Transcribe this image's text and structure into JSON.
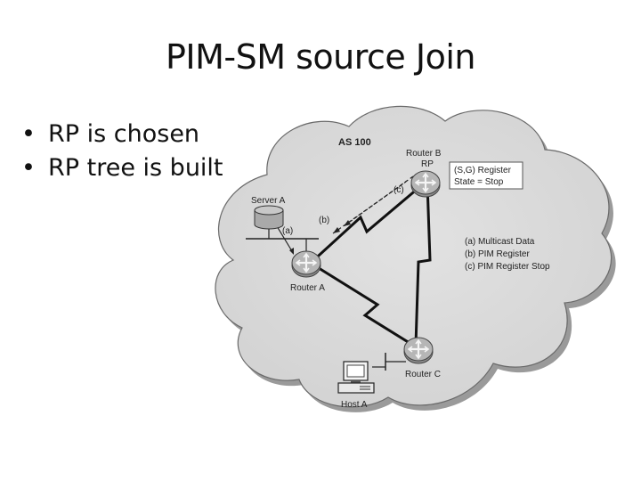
{
  "title": "PIM-SM source Join",
  "bullets": [
    "RP is chosen",
    "RP tree is built"
  ],
  "diagram": {
    "domain_label": "AS 100",
    "router_b_label": "Router B",
    "rp_label": "RP",
    "state_box": [
      "(S,G) Register",
      "State = Stop"
    ],
    "server_label": "Server A",
    "router_a_label": "Router A",
    "router_c_label": "Router C",
    "host_label": "Host A",
    "arrow_a": "(a)",
    "arrow_b": "(b)",
    "arrow_c": "(c)",
    "legend": [
      "(a) Multicast Data",
      "(b) PIM Register",
      "(c) PIM Register Stop"
    ]
  }
}
